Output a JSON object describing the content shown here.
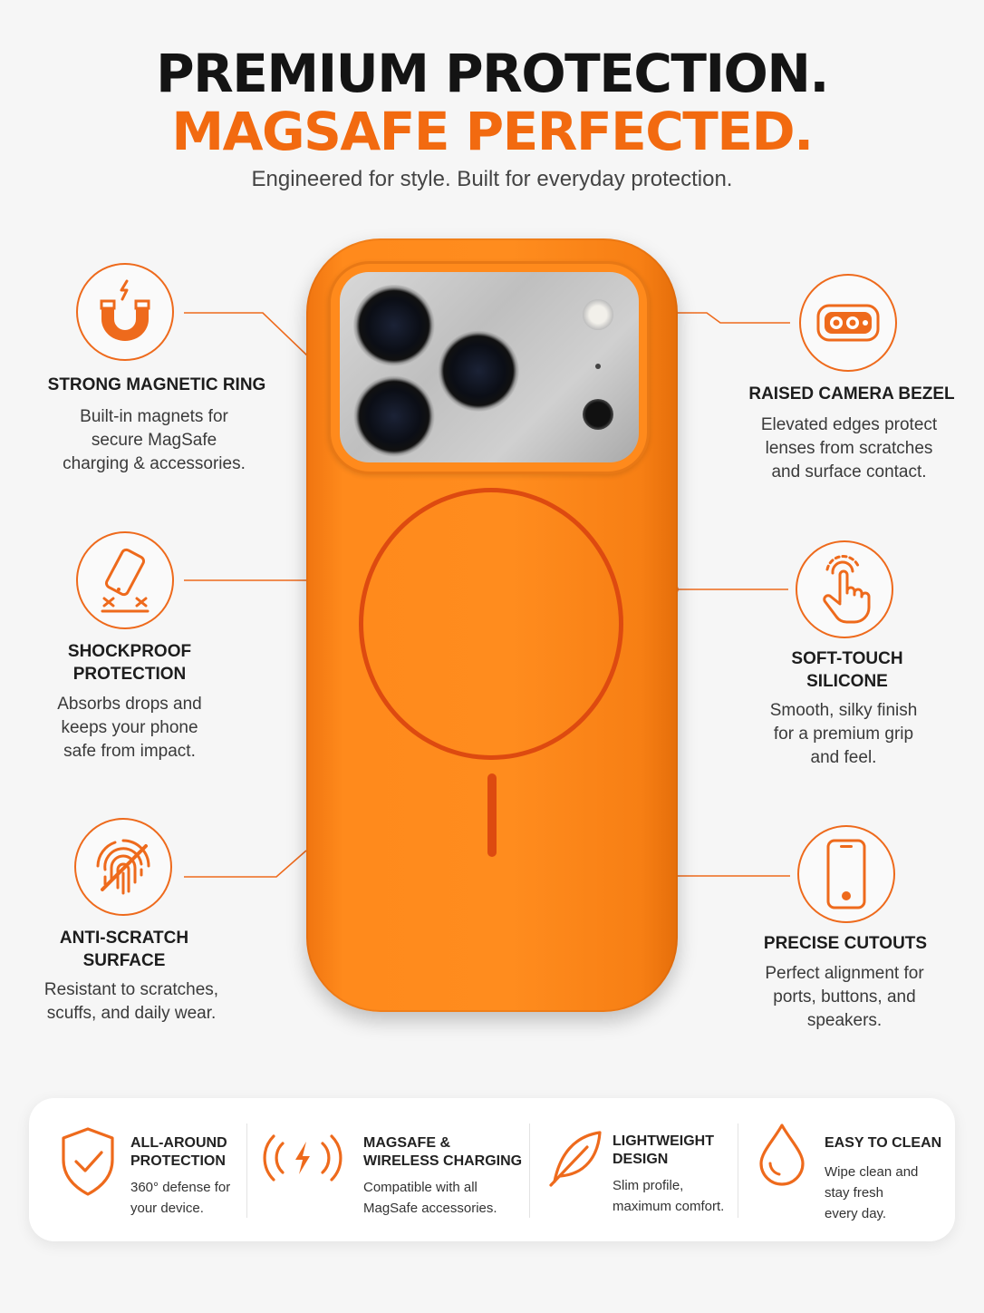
{
  "header": {
    "title_line1": "PREMIUM PROTECTION.",
    "title_line2": "MAGSAFE PERFECTED.",
    "subtitle": "Engineered for style. Built for everyday protection."
  },
  "features": {
    "magnetic": {
      "title": "STRONG MAGNETIC RING",
      "desc1": "Built-in magnets for",
      "desc2": "secure MagSafe",
      "desc3": "charging & accessories.",
      "icon": "magnet-icon"
    },
    "shockproof": {
      "title1": "SHOCKPROOF",
      "title2": "PROTECTION",
      "desc1": "Absorbs drops and",
      "desc2": "keeps your phone",
      "desc3": "safe from impact.",
      "icon": "dropped-phone-icon"
    },
    "antiscratch": {
      "title1": "ANTI-SCRATCH",
      "title2": "SURFACE",
      "desc1": "Resistant to scratches,",
      "desc2": "scuffs, and daily wear.",
      "icon": "fingerprint-crossed-icon"
    },
    "bezel": {
      "title": "RAISED CAMERA BEZEL",
      "desc1": "Elevated edges protect",
      "desc2": "lenses from scratches",
      "desc3": "and surface contact.",
      "icon": "camera-bezel-icon"
    },
    "silicone": {
      "title1": "SOFT-TOUCH",
      "title2": "SILICONE",
      "desc1": "Smooth, silky finish",
      "desc2": "for a premium grip",
      "desc3": "and feel.",
      "icon": "touch-hand-icon"
    },
    "cutouts": {
      "title": "PRECISE CUTOUTS",
      "desc1": "Perfect alignment for",
      "desc2": "ports, buttons, and",
      "desc3": "speakers.",
      "icon": "phone-outline-icon"
    }
  },
  "bottom_bar": [
    {
      "title1": "ALL-AROUND",
      "title2": "PROTECTION",
      "desc1": "360° defense for",
      "desc2": "your device.",
      "icon": "shield-check-icon"
    },
    {
      "title1": "MAGSAFE &",
      "title2": "WIRELESS CHARGING",
      "desc1": "Compatible with all",
      "desc2": "MagSafe accessories.",
      "icon": "wireless-charge-icon"
    },
    {
      "title1": "LIGHTWEIGHT",
      "title2": "DESIGN",
      "desc1": "Slim profile,",
      "desc2": "maximum comfort.",
      "icon": "leaf-icon"
    },
    {
      "title1": "EASY TO CLEAN",
      "desc1": "Wipe clean and",
      "desc2": "stay fresh",
      "desc3": "every day.",
      "icon": "water-drop-icon"
    }
  ],
  "colors": {
    "accent": "#f26a10",
    "case_orange": "#ff8c1e",
    "magsafe_ring": "#dd4a10",
    "background": "#f6f6f6"
  }
}
